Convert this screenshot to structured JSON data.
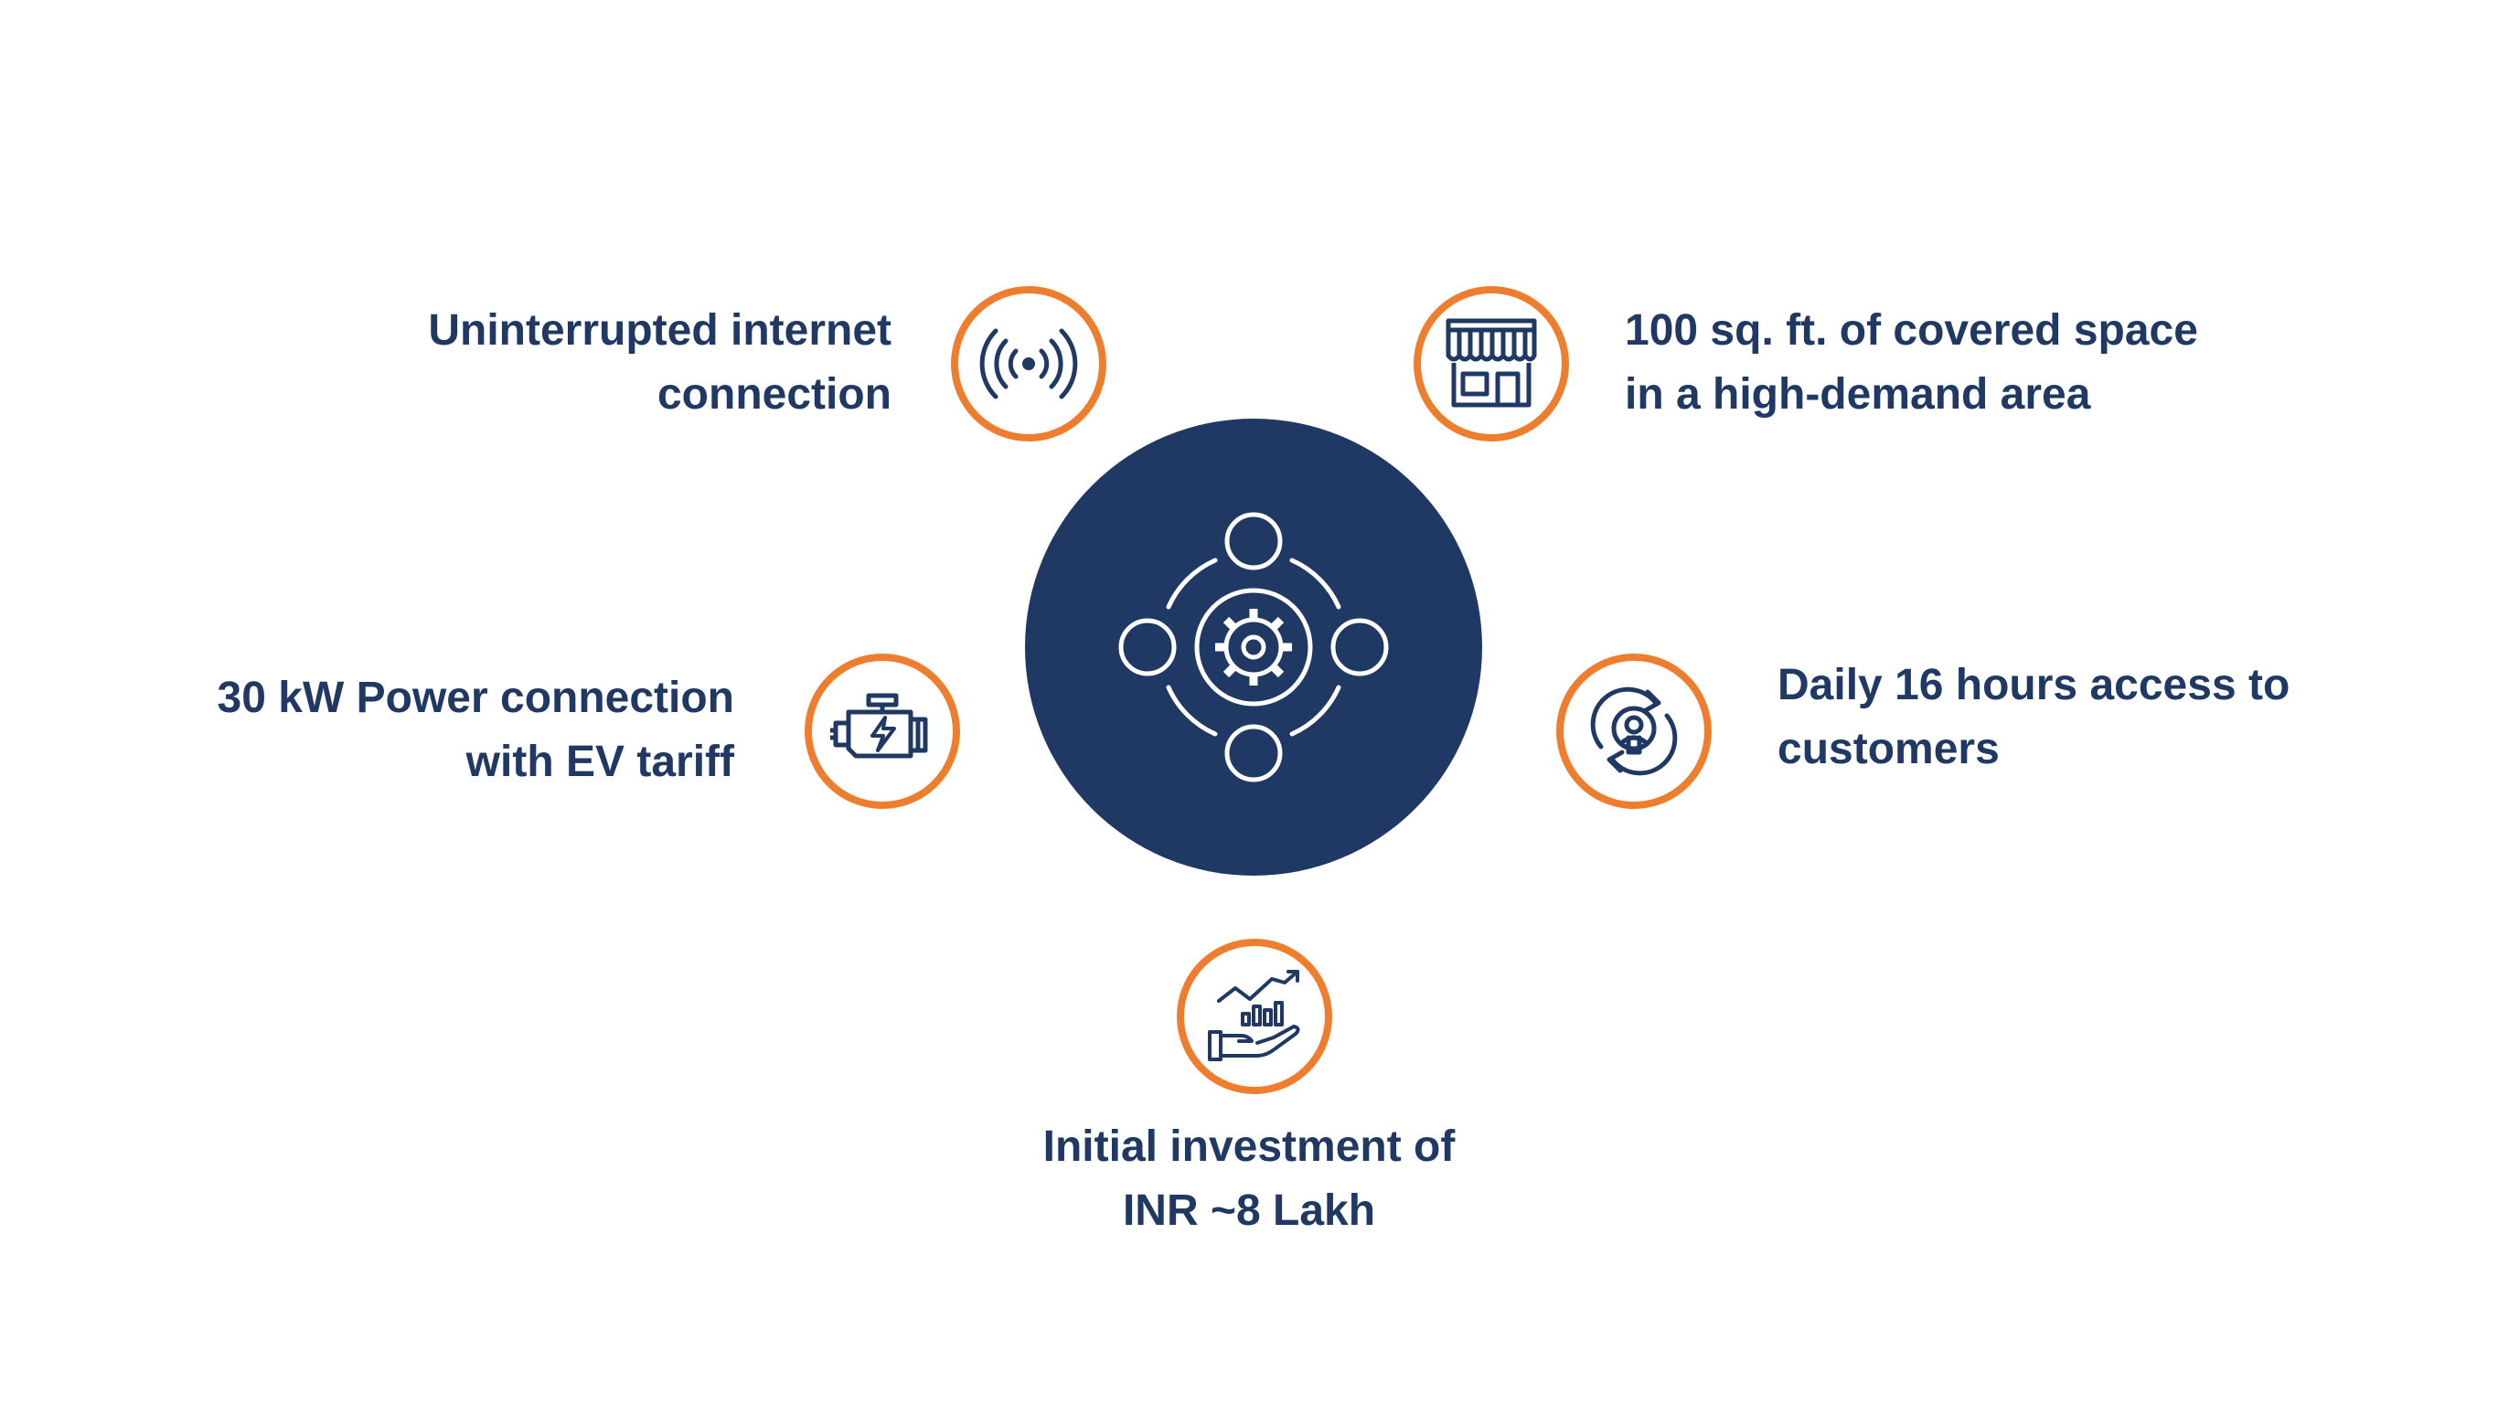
{
  "colors": {
    "navy": "#1f3864",
    "orange": "#ee7d2d",
    "background": "#ffffff"
  },
  "center": {
    "icon": "gear-network-icon"
  },
  "items": [
    {
      "icon": "wireless-signal-icon",
      "lines": [
        "Uninterrupted internet",
        "connection"
      ]
    },
    {
      "icon": "storefront-icon",
      "lines": [
        "100 sq. ft. of covered space",
        "in a high-demand area"
      ]
    },
    {
      "icon": "engine-power-icon",
      "lines": [
        "30 kW Power connection",
        "with EV tariff"
      ]
    },
    {
      "icon": "customer-cycle-icon",
      "lines": [
        "Daily 16 hours access to",
        "customers"
      ]
    },
    {
      "icon": "investment-growth-icon",
      "lines": [
        "Initial investment of",
        "INR ~8 Lakh"
      ]
    }
  ]
}
